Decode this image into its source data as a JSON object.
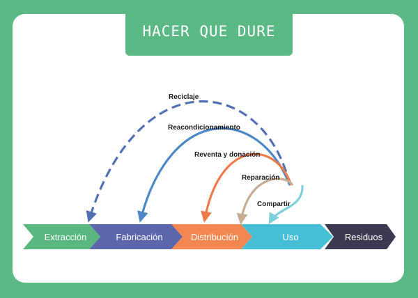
{
  "title": "HACER QUE DURE",
  "stages": [
    {
      "label": "Extracción",
      "color": "#59b77f"
    },
    {
      "label": "Fabricación",
      "color": "#5c66ad"
    },
    {
      "label": "Distribución",
      "color": "#f38751"
    },
    {
      "label": "Uso",
      "color": "#46bfd6"
    },
    {
      "label": "Residuos",
      "color": "#3b3a52"
    }
  ],
  "loops": [
    {
      "label": "Reciclaje",
      "target": "Extracción",
      "color": "#5271b4",
      "dashed": true
    },
    {
      "label": "Reacondicionamiento",
      "target": "Fabricación",
      "color": "#4c88c8",
      "dashed": false
    },
    {
      "label": "Reventa y donación",
      "target": "Distribución",
      "color": "#f07a4a",
      "dashed": false
    },
    {
      "label": "Reparación",
      "target": "Distribución",
      "color": "#c6ad93",
      "dashed": false
    },
    {
      "label": "Compartir",
      "target": "Uso",
      "color": "#7fcfdc",
      "dashed": false
    }
  ]
}
